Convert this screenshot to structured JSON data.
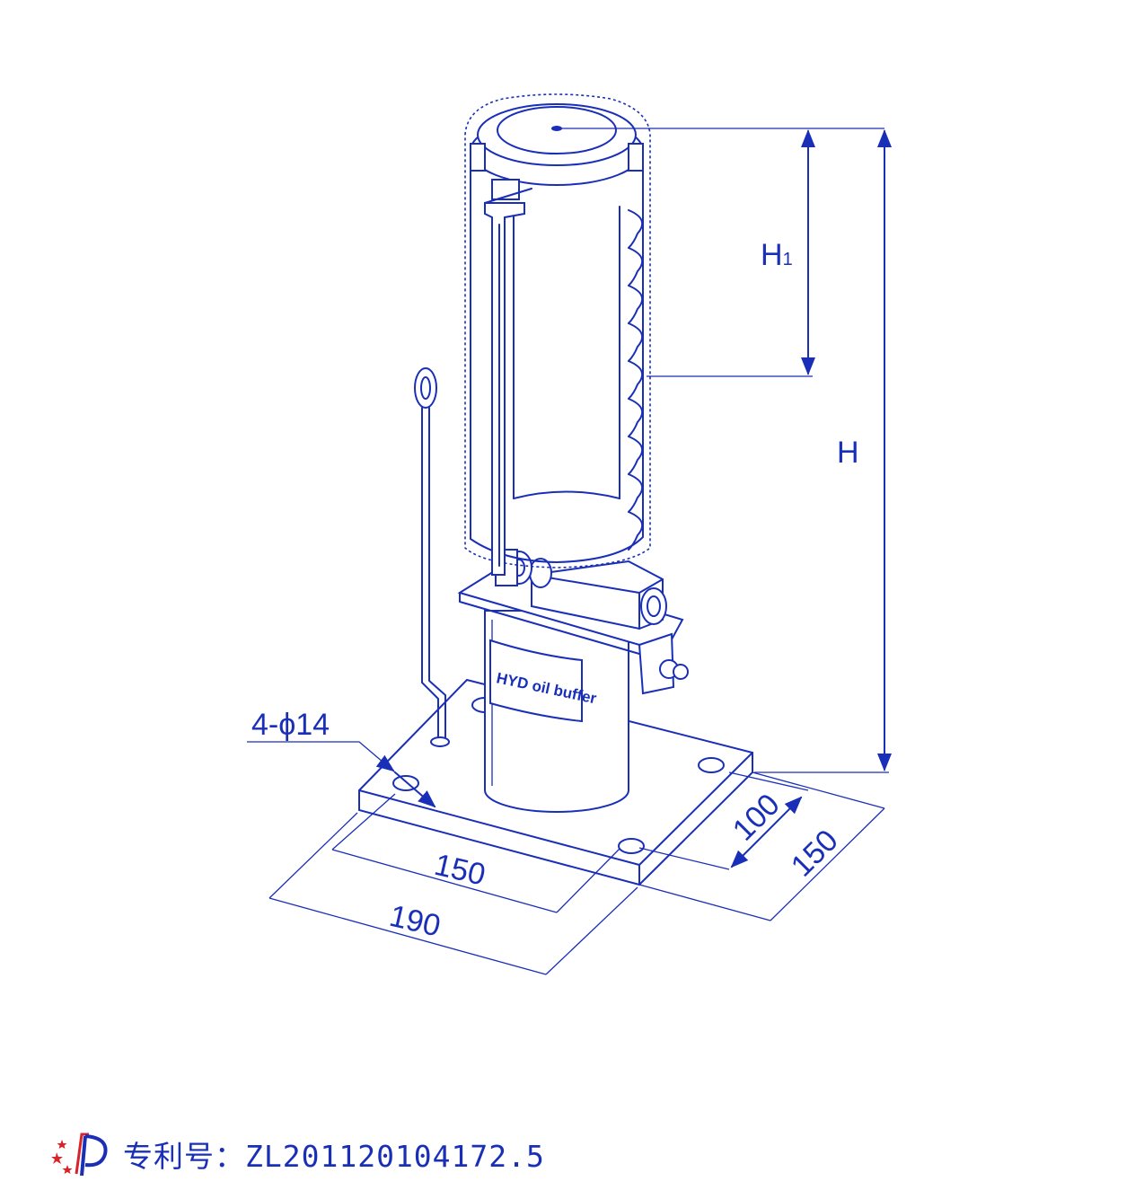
{
  "dimensions": {
    "h1": "H",
    "h1_sub": "1",
    "h": "H",
    "holes": "4-ϕ14",
    "hole_spacing_x": "150",
    "width_x": "190",
    "hole_spacing_y": "100",
    "width_y": "150"
  },
  "product_label": "HYD oil buffer",
  "footer": {
    "patent_text": "专利号：ZL201120104172.5"
  },
  "colors": {
    "line": "#1a2fb8"
  }
}
